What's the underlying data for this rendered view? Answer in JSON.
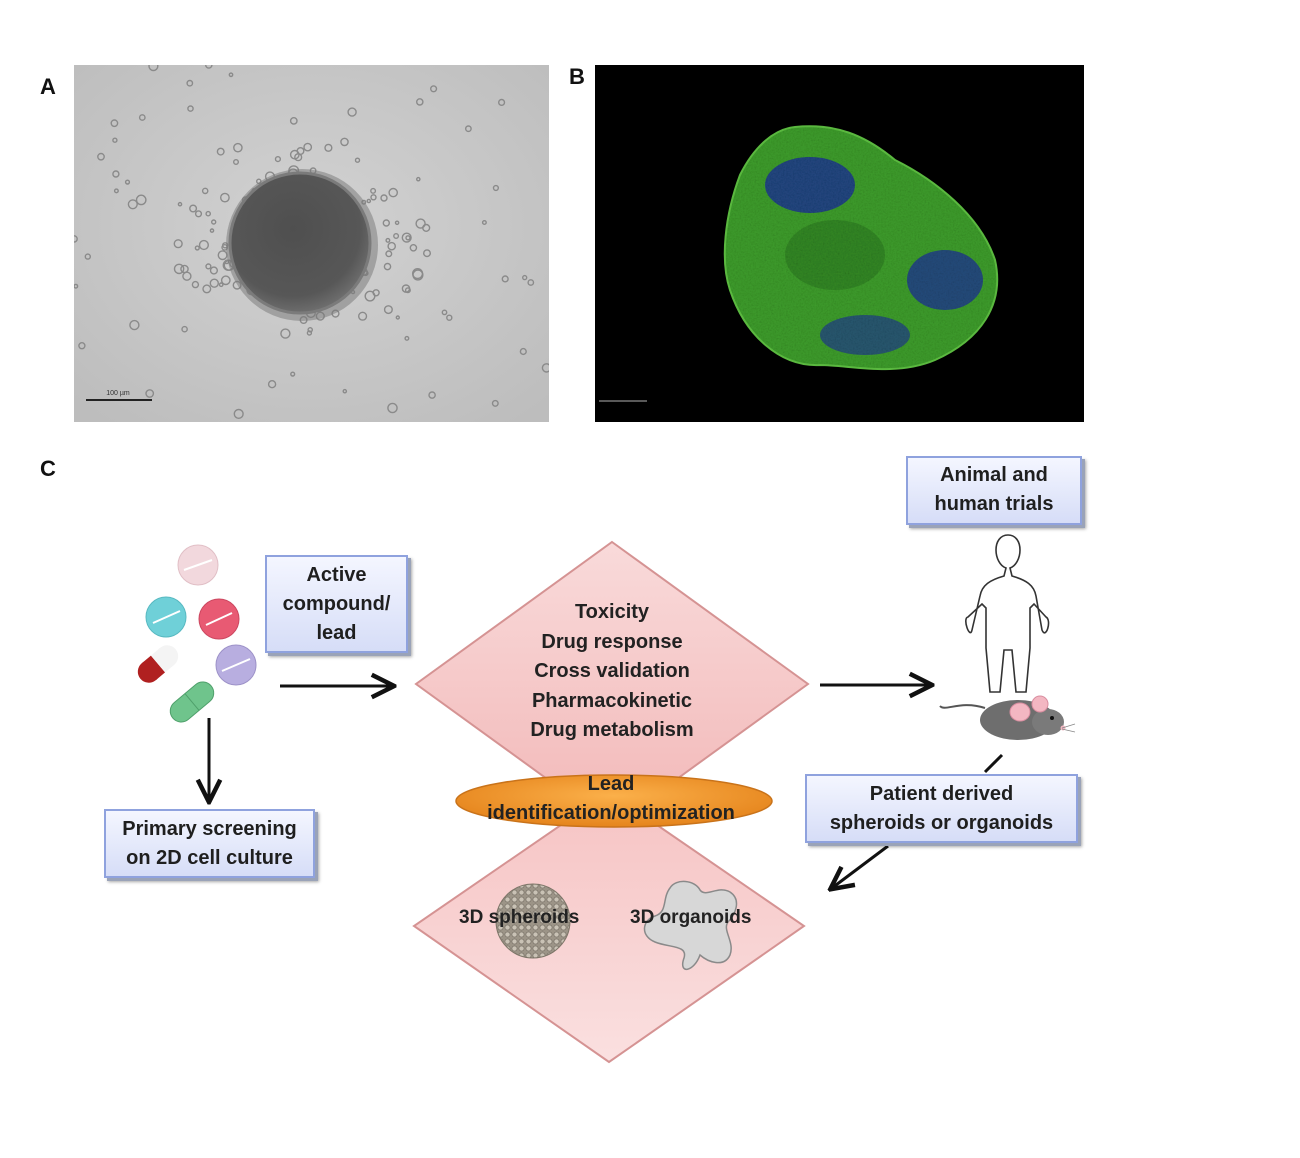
{
  "panels": {
    "a": "A",
    "b": "B",
    "c": "C"
  },
  "photo_a": {
    "scale_bar_label": "100 µm"
  },
  "boxes": {
    "active_compound": [
      "Active",
      "compound/",
      "lead"
    ],
    "primary_screening": [
      "Primary screening",
      "on 2D cell culture"
    ],
    "animal_trials": [
      "Animal and",
      "human trials"
    ],
    "patient_derived": [
      "Patient derived",
      "spheroids or organoids"
    ]
  },
  "center": {
    "items": [
      "Toxicity",
      "Drug response",
      "Cross validation",
      "Pharmacokinetic",
      "Drug metabolism"
    ],
    "lead": [
      "Lead",
      "identification/optimization"
    ],
    "spheroids": "3D spheroids",
    "organoids": "3D organoids"
  },
  "colors": {
    "box_fill": "#dfe5fa",
    "box_border": "#8fa2de",
    "diamond_fill": "#f7c9c9",
    "diamond_border": "#d99a9a",
    "ellipse_fill": "#f39c2b",
    "fluor_green": "#3fa32a",
    "fluor_blue": "#1a2aa0"
  },
  "icons": [
    "pills-icon",
    "human-figure-icon",
    "mouse-icon",
    "spheroid-icon",
    "organoid-icon"
  ]
}
